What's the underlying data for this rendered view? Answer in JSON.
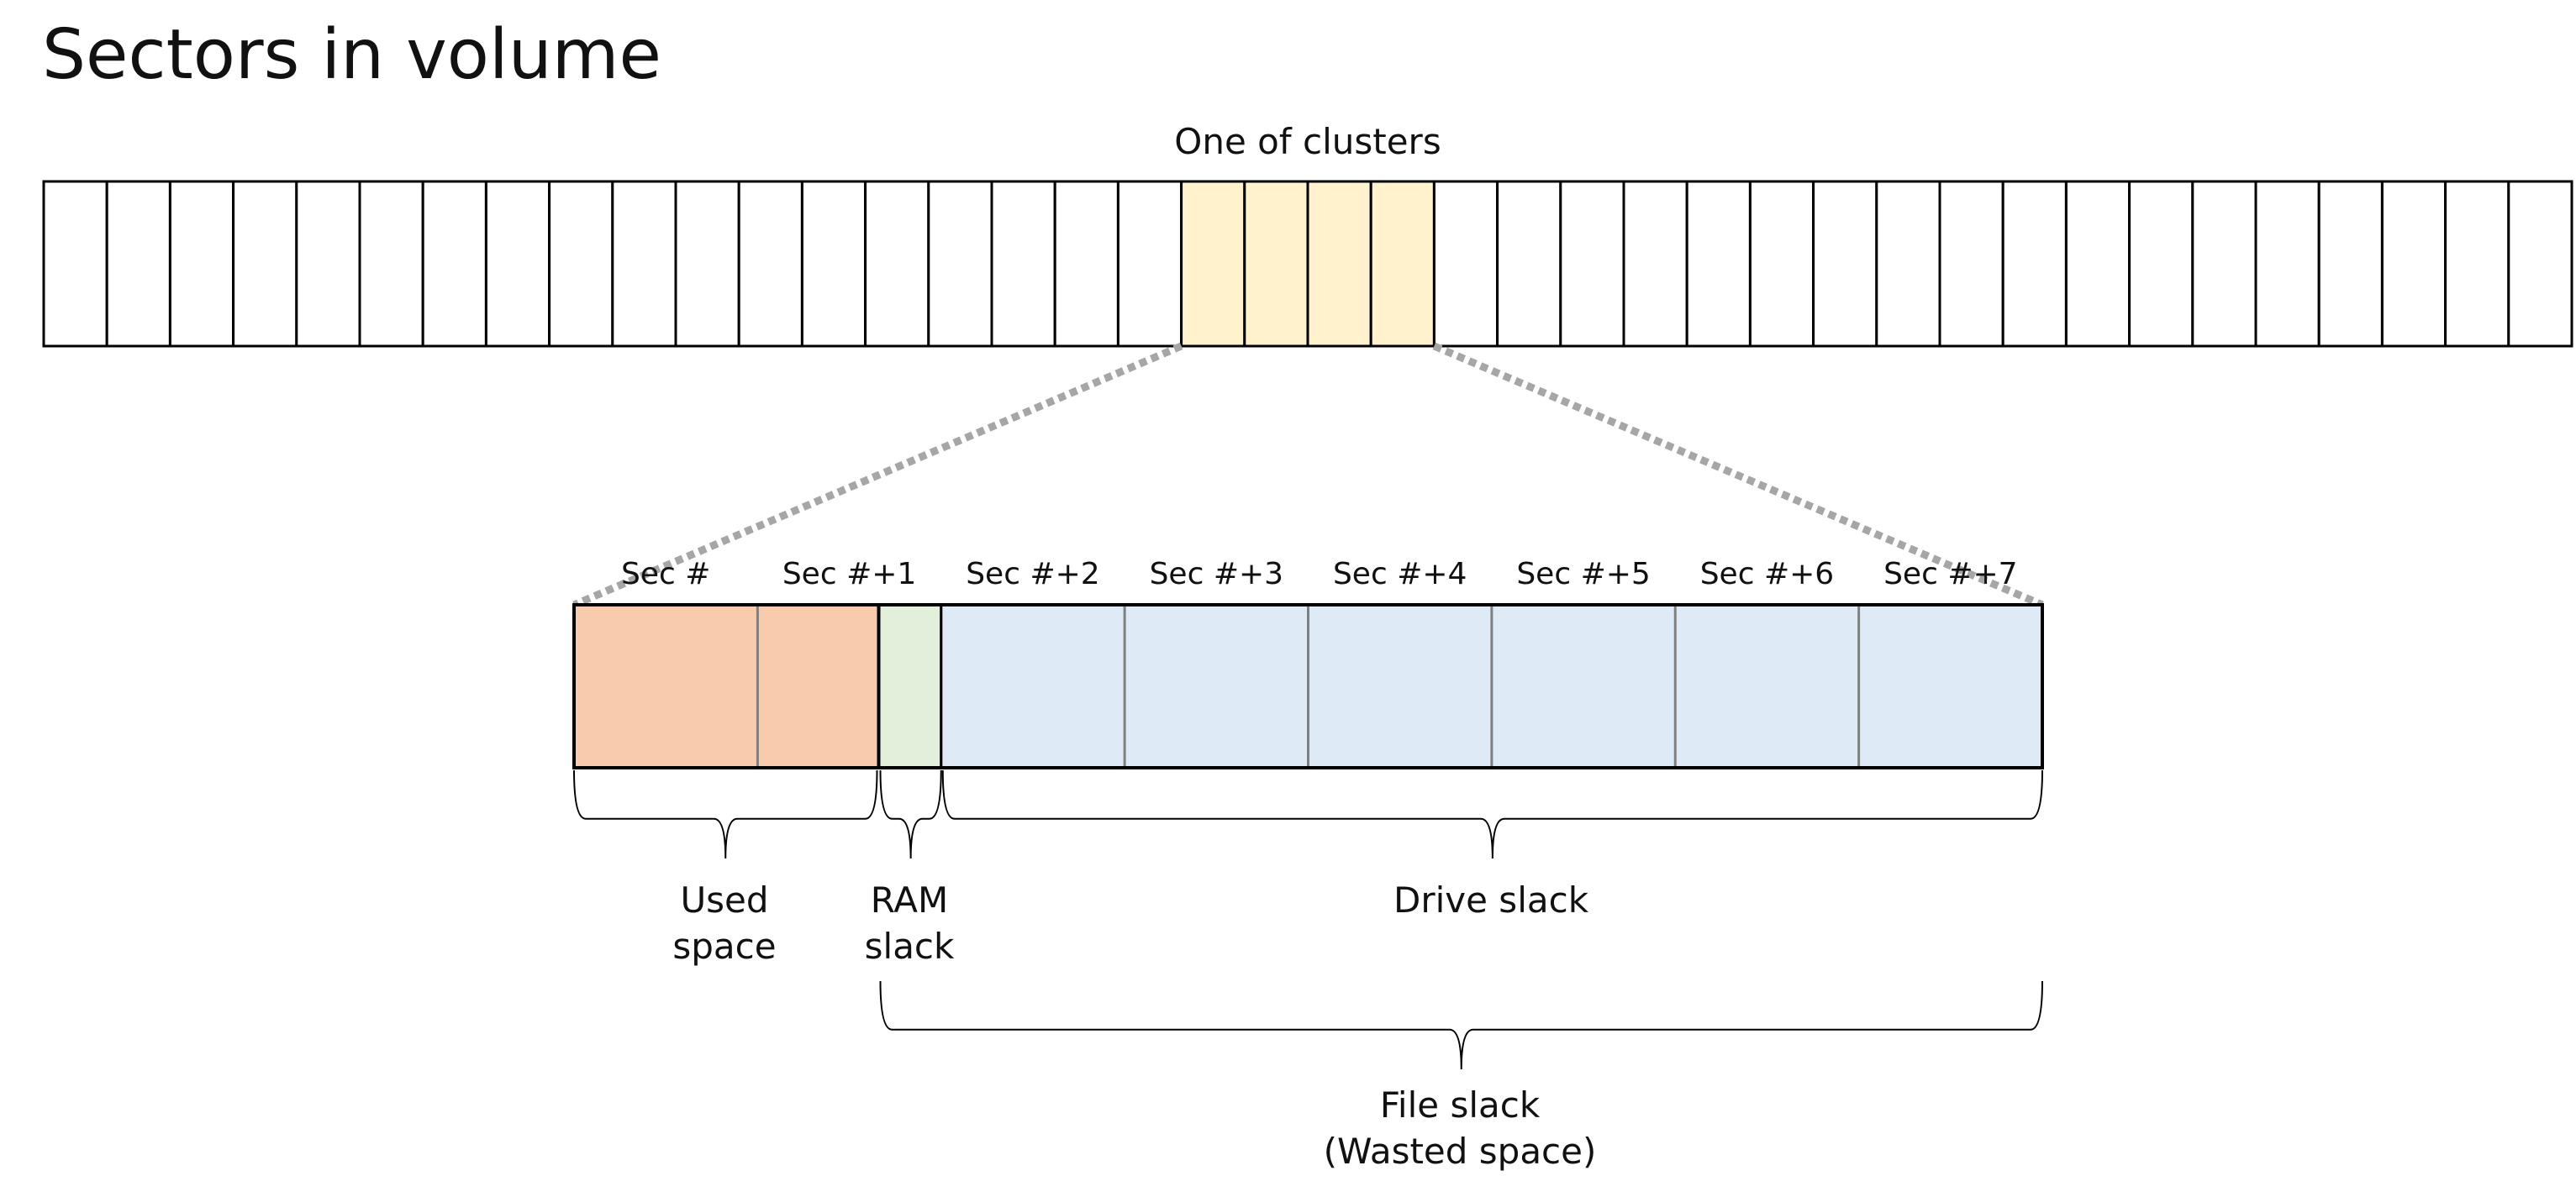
{
  "title": "Sectors in volume",
  "volume": {
    "sector_count": 40,
    "cluster_start_index": 18,
    "cluster_sector_count": 4,
    "cluster_label": "One of clusters"
  },
  "cluster_detail": {
    "sector_labels": [
      "Sec #",
      "Sec #+1",
      "Sec #+2",
      "Sec #+3",
      "Sec #+4",
      "Sec #+5",
      "Sec #+6",
      "Sec #+7"
    ],
    "used_space_label": "Used space",
    "used_space_line1": "Used",
    "used_space_line2": "space",
    "ram_slack_line1": "RAM",
    "ram_slack_line2": "slack",
    "drive_slack_label": "Drive slack",
    "file_slack_line1": "File slack",
    "file_slack_line2": "(Wasted space)",
    "used_fraction_of_sectors": 1.66,
    "ram_slack_fraction_of_sector": 0.34
  },
  "colors": {
    "cluster_highlight": "#FFF2CC",
    "used_space": "#F8CBAD",
    "ram_slack": "#E2EFDA",
    "drive_slack": "#DEEBF7",
    "connector": "#A6A6A6",
    "outline": "#000000",
    "divider": "#7F7F7F"
  }
}
